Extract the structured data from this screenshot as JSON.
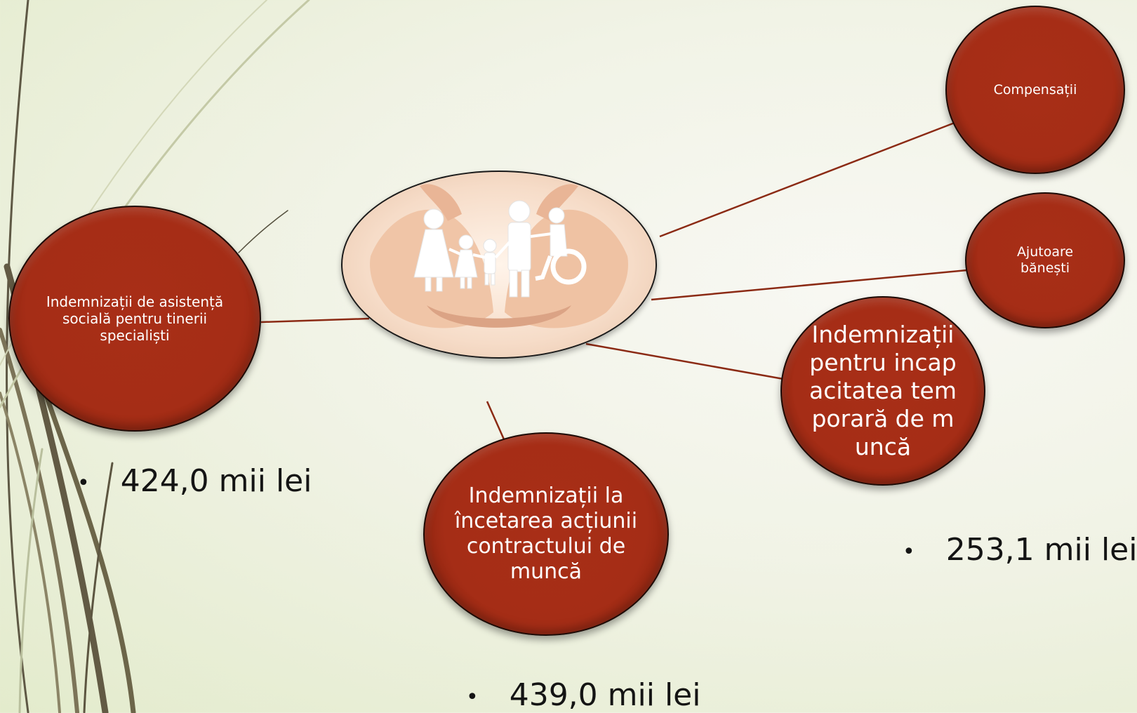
{
  "diagram": {
    "center": {
      "image": "hands-holding-paper-family-icon"
    },
    "nodes": [
      {
        "id": "youth",
        "label": "Indemnizații de asistență socială pentru tinerii specialiști"
      },
      {
        "id": "compensations",
        "label": "Compensații"
      },
      {
        "id": "cash",
        "label": "Ajutoare bănești"
      },
      {
        "id": "temporary",
        "label": "Indemnizații pentru incapacitatea temporară de muncă"
      },
      {
        "id": "termination",
        "label": "Indemnizații la încetarea acțiunii contractului de muncă"
      }
    ],
    "amounts": [
      {
        "bullet": "•",
        "text": "424,0 mii lei"
      },
      {
        "bullet": "•",
        "text": "439,0 mii lei"
      },
      {
        "bullet": "•",
        "text": "253,1 mii lei"
      }
    ],
    "colors": {
      "node_fill": "#a52d16",
      "connector": "#8b2a14",
      "background": "#eef1e0",
      "deco_lines": "#6b6550"
    }
  }
}
